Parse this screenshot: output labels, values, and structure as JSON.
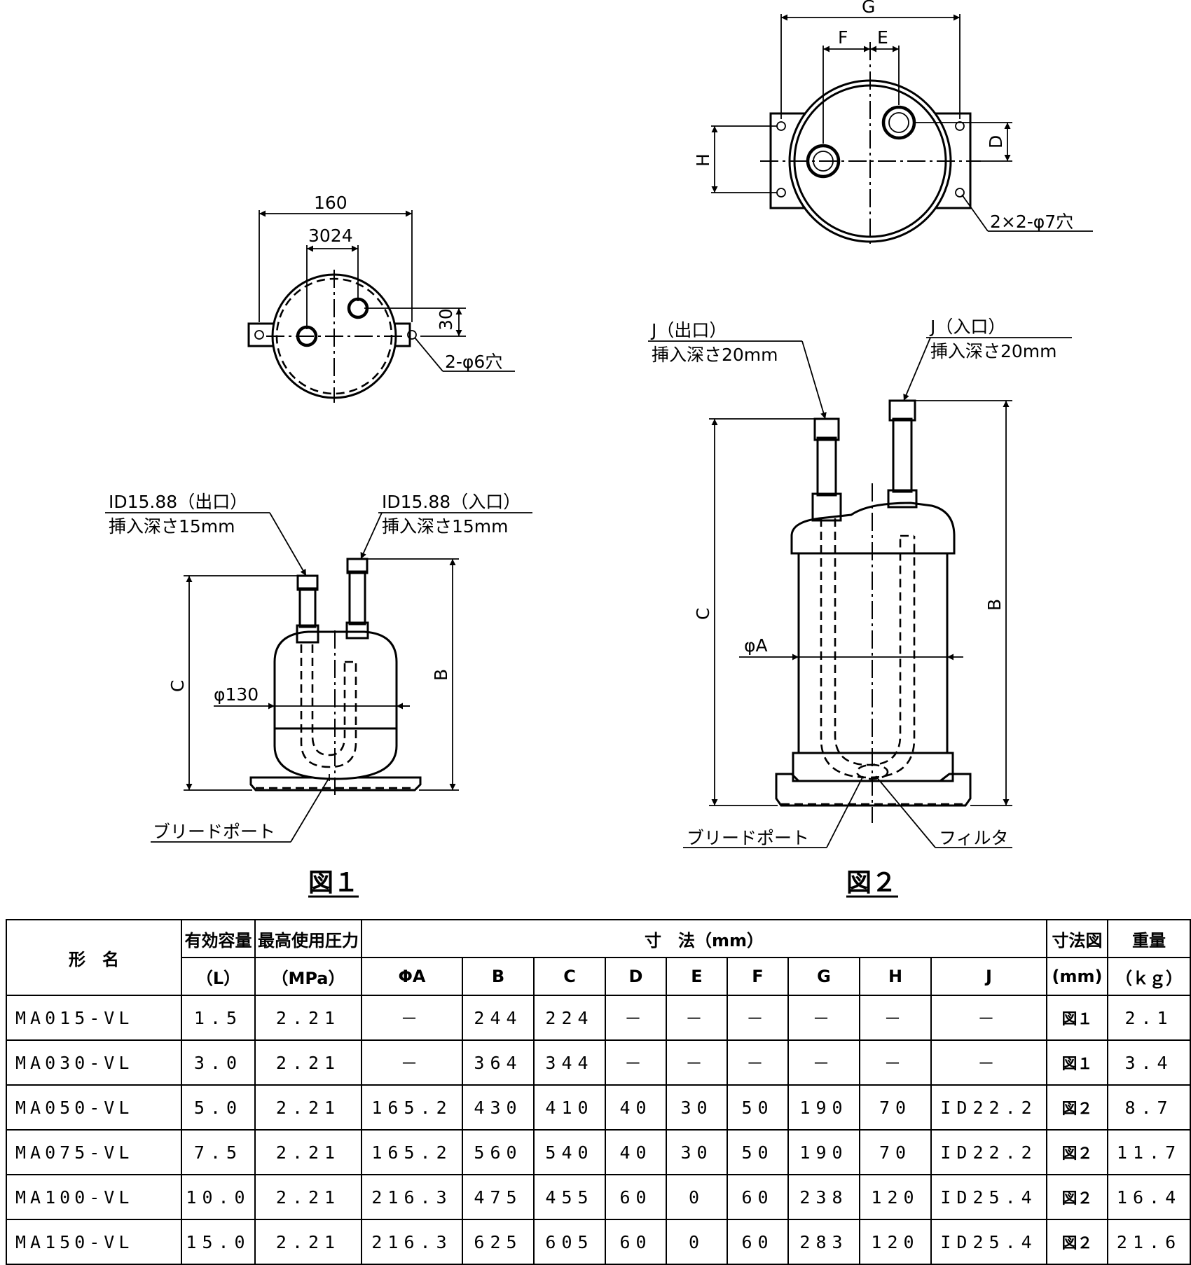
{
  "fig1": {
    "caption": "図１",
    "dim_160": "160",
    "dim_30_24": "3024",
    "dim_30_side": "30",
    "hole_note": "2-φ6穴",
    "outlet_line1": "ID15.88（出口）",
    "outlet_line2": "挿入深さ15mm",
    "inlet_line1": "ID15.88（入口）",
    "inlet_line2": "挿入深さ15mm",
    "dim_C": "C",
    "dim_B": "B",
    "dim_dia": "φ130",
    "bleed_port": "ブリードポート"
  },
  "fig2": {
    "caption": "図２",
    "dim_G": "G",
    "dim_F": "F",
    "dim_E": "E",
    "dim_H": "H",
    "dim_D": "D",
    "hole_note": "2×2-φ7穴",
    "outlet_line1": "J（出口）",
    "outlet_line2": "挿入深さ20mm",
    "inlet_line1": "J（入口）",
    "inlet_line2": "挿入深さ20mm",
    "dim_C": "C",
    "dim_B": "B",
    "dim_dia": "φA",
    "bleed_port": "ブリードポート",
    "filter": "フィルタ"
  },
  "table": {
    "h_model": "形　名",
    "h_capacity": "有効容量",
    "h_capacity_unit": "（L）",
    "h_pressure": "最高使用圧力",
    "h_pressure_unit": "（MPa）",
    "h_dims": "寸　法（mm）",
    "h_dimfig": "寸法図",
    "h_dimfig_unit": "(mm)",
    "h_weight": "重量",
    "h_weight_unit": "（ｋｇ）",
    "dim_cols": [
      "ΦA",
      "B",
      "C",
      "D",
      "E",
      "F",
      "G",
      "H",
      "J"
    ],
    "rows": [
      [
        "MA015-VL",
        "1.5",
        "2.21",
        "－",
        "244",
        "224",
        "－",
        "－",
        "－",
        "－",
        "－",
        "－",
        "図１",
        "2.1"
      ],
      [
        "MA030-VL",
        "3.0",
        "2.21",
        "－",
        "364",
        "344",
        "－",
        "－",
        "－",
        "－",
        "－",
        "－",
        "図１",
        "3.4"
      ],
      [
        "MA050-VL",
        "5.0",
        "2.21",
        "165.2",
        "430",
        "410",
        "40",
        "30",
        "50",
        "190",
        "70",
        "ID22.2",
        "図２",
        "8.7"
      ],
      [
        "MA075-VL",
        "7.5",
        "2.21",
        "165.2",
        "560",
        "540",
        "40",
        "30",
        "50",
        "190",
        "70",
        "ID22.2",
        "図２",
        "11.7"
      ],
      [
        "MA100-VL",
        "10.0",
        "2.21",
        "216.3",
        "475",
        "455",
        "60",
        "0",
        "60",
        "238",
        "120",
        "ID25.4",
        "図２",
        "16.4"
      ],
      [
        "MA150-VL",
        "15.0",
        "2.21",
        "216.3",
        "625",
        "605",
        "60",
        "0",
        "60",
        "283",
        "120",
        "ID25.4",
        "図２",
        "21.6"
      ]
    ]
  }
}
